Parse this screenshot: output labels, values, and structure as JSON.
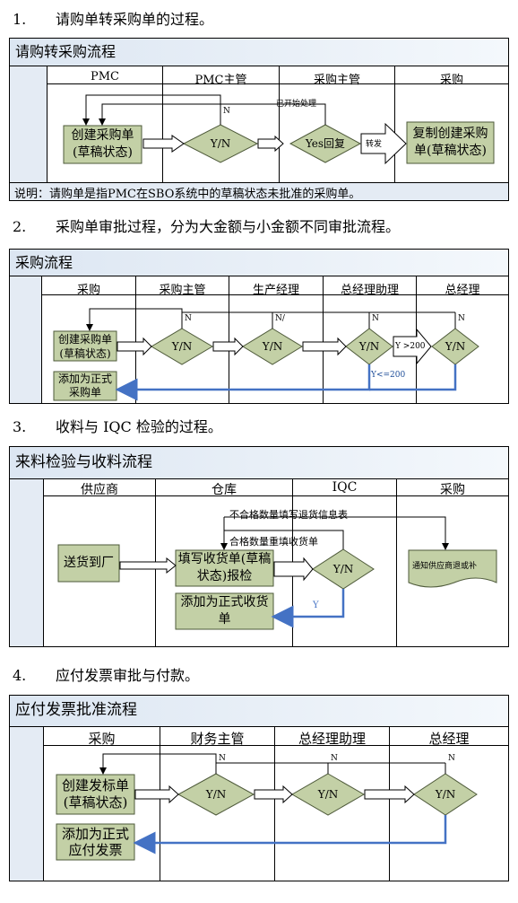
{
  "headings": [
    {
      "num": "1.",
      "text": "请购单转采购单的过程。"
    },
    {
      "num": "2.",
      "text": "采购单审批过程，分为大金额与小金额不同审批流程。"
    },
    {
      "num": "3.",
      "text": "收料与 IQC 检验的过程。"
    },
    {
      "num": "4.",
      "text": "应付发票审批与付款。"
    }
  ],
  "d1": {
    "title": "请购转采购流程",
    "lanes": [
      "PMC",
      "PMC主管",
      "采购主管",
      "采购"
    ],
    "box_create": "创建采购单(草稿状态)",
    "dec1": "Y/N",
    "dec2": "Yes回复",
    "arrow_label": "转发",
    "box_copy": "复制创建采购单(草稿状态)",
    "n_label": "N",
    "loop_label": "已开始处理",
    "note": "说明：请购单是指PMC在SBO系统中的草稿状态未批准的采购单。"
  },
  "d2": {
    "title": "采购流程",
    "lanes": [
      "采购",
      "采购主管",
      "生产经理",
      "总经理助理",
      "总经理"
    ],
    "box_create": "创建采购单(草稿状态)",
    "box_add": "添加为正式采购单",
    "dec": "Y/N",
    "arrow_label": "Y >200",
    "y_small": "Y<=200",
    "n_label": "N",
    "n_label_alt": "N/"
  },
  "d3": {
    "title": "来料检验与收料流程",
    "lanes": [
      "供应商",
      "仓库",
      "IQC",
      "采购"
    ],
    "box_send": "送货到厂",
    "box_fill": "填写收货单(草稿状态)报检",
    "box_add": "添加为正式收货单",
    "dec": "Y/N",
    "loop1": "不合格数量填写退货信息表",
    "loop2": "合格数量重填收货单",
    "y_label": "Y",
    "doc": "通知供应商退或补"
  },
  "d4": {
    "title": "应付发票批准流程",
    "lanes": [
      "采购",
      "财务主管",
      "总经理助理",
      "总经理"
    ],
    "box_create": "创建发标单(草稿状态)",
    "box_add": "添加为正式应付发票",
    "dec": "Y/N",
    "n_label": "N"
  }
}
